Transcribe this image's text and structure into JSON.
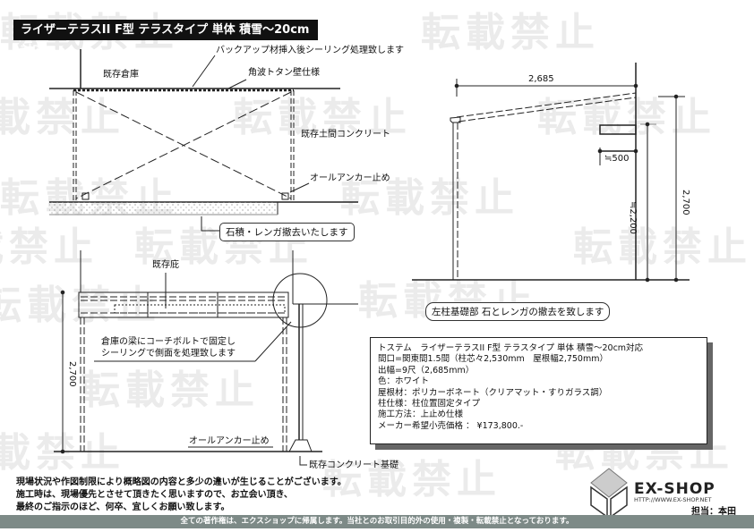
{
  "watermark": "転載禁止",
  "title": "ライザーテラスII F型 テラスタイプ 単体 積雪～20cm対応",
  "plan_view": {
    "leader_sealing": "バックアップ材挿入後シーリング処理致します",
    "existing_warehouse": "既存倉庫",
    "corrugated_wall": "角波トタン壁仕様",
    "existing_slab": "既存土間コンクリート",
    "anchor": "オールアンカー止め",
    "removal_note": "石積・レンガ撤去いたします"
  },
  "side_view": {
    "depth_dim": "2,685",
    "bracket_dim": "≒500",
    "beam_height_dim": "≒2,200",
    "total_height_dim": "2,700",
    "foundation_note": "左柱基礎部 石とレンガの撤去を致します"
  },
  "front_view": {
    "existing_eave": "既存庇",
    "fix_note_line1": "倉庫の梁にコーチボルトで固定し",
    "fix_note_line2": "シーリングで側面を処理致します",
    "height_dim": "2,700",
    "anchor": "オールアンカー止め",
    "existing_foundation": "既存コンクリート基礎"
  },
  "spec": [
    "トステム　ライザーテラスII F型 テラスタイプ 単体 積雪～20cm対応",
    "間口=関東間1.5間（柱芯々2,530mm　屋根幅2,750mm）",
    "出幅=9尺（2,685mm）",
    "色：ホワイト",
    "屋根材：ポリカーボネート（クリアマット・すりガラス調）",
    "柱仕様：柱位置固定タイプ",
    "施工方法：上止め仕様",
    "メーカー希望小売価格 ： ¥173,800.-"
  ],
  "notes": [
    "現場状況や作図制限により概略図の内容と多少の違いが生じることがございます。",
    "施工時は、現場優先とさせて頂きたく思いますので、お立会い頂き、",
    "最終のご指示のほど、何卒、宜しくお願い致します。"
  ],
  "brand": {
    "name": "EX-SHOP",
    "url": "HTTP://WWW.EX-SHOP.NET",
    "person": "担当：本田"
  },
  "footer": "全ての著作権は、エクスショップに帰属します。当社とのお取引目的外の使用・複製・転載禁止となっております。"
}
